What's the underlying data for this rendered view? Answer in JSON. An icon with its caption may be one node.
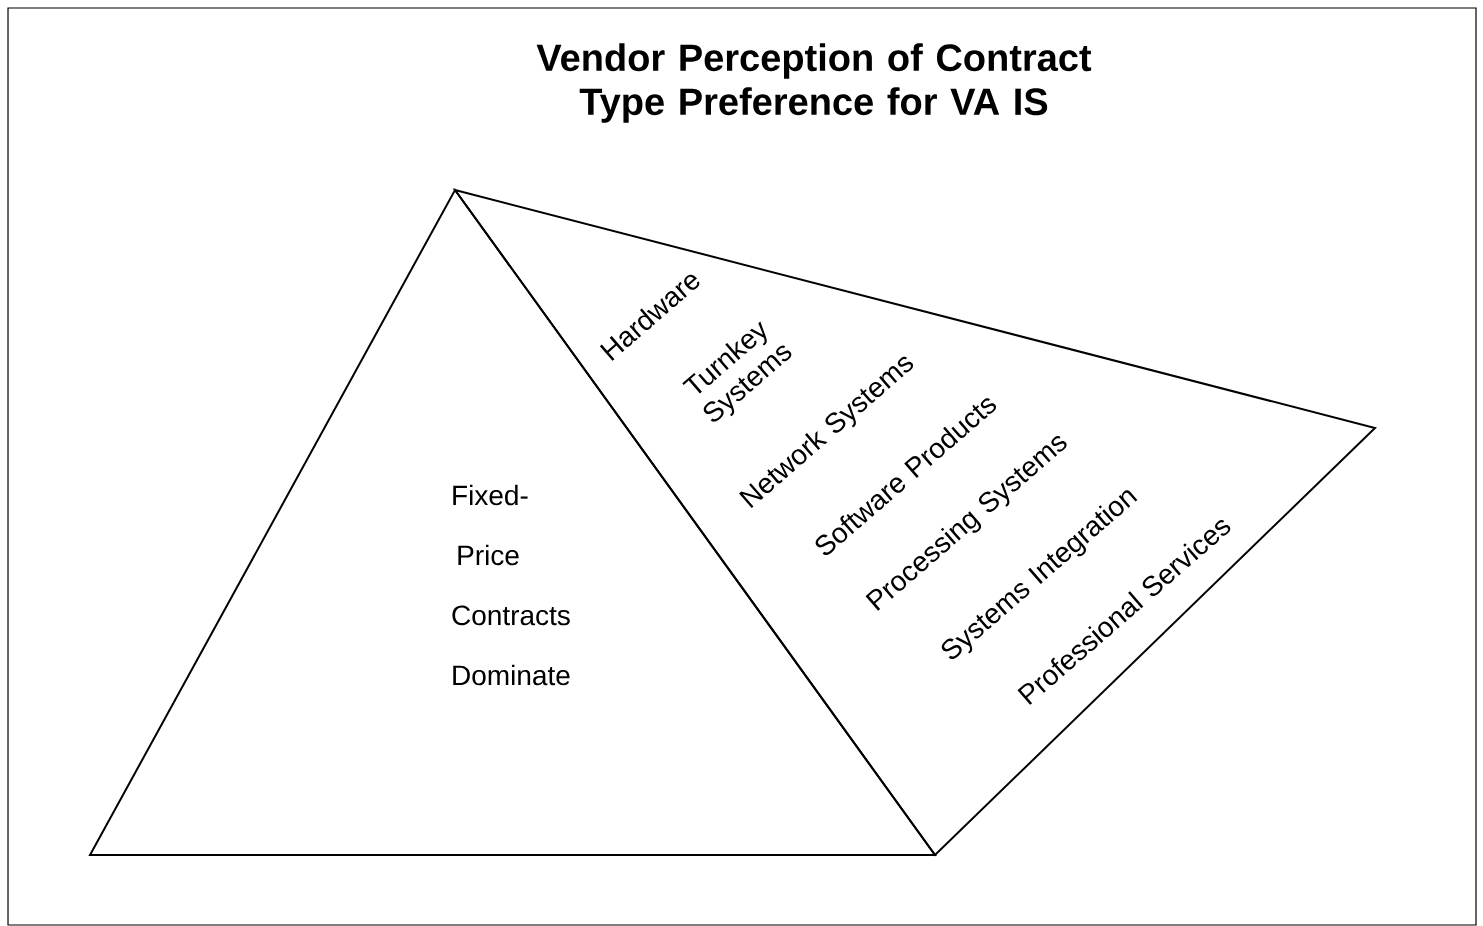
{
  "diagram": {
    "title": "Vendor Perception of Contract Type Preference for VA IS",
    "nodes": [
      {
        "text": [
          "Fixed-Price Contracts Dominate"
        ]
      },
      {
        "text": [
          "Hardware",
          "Turnkey Systems",
          "Network Systems",
          "Software Products",
          "Processing Systems",
          "Systems Integration",
          "Professional Services"
        ]
      }
    ]
  }
}
